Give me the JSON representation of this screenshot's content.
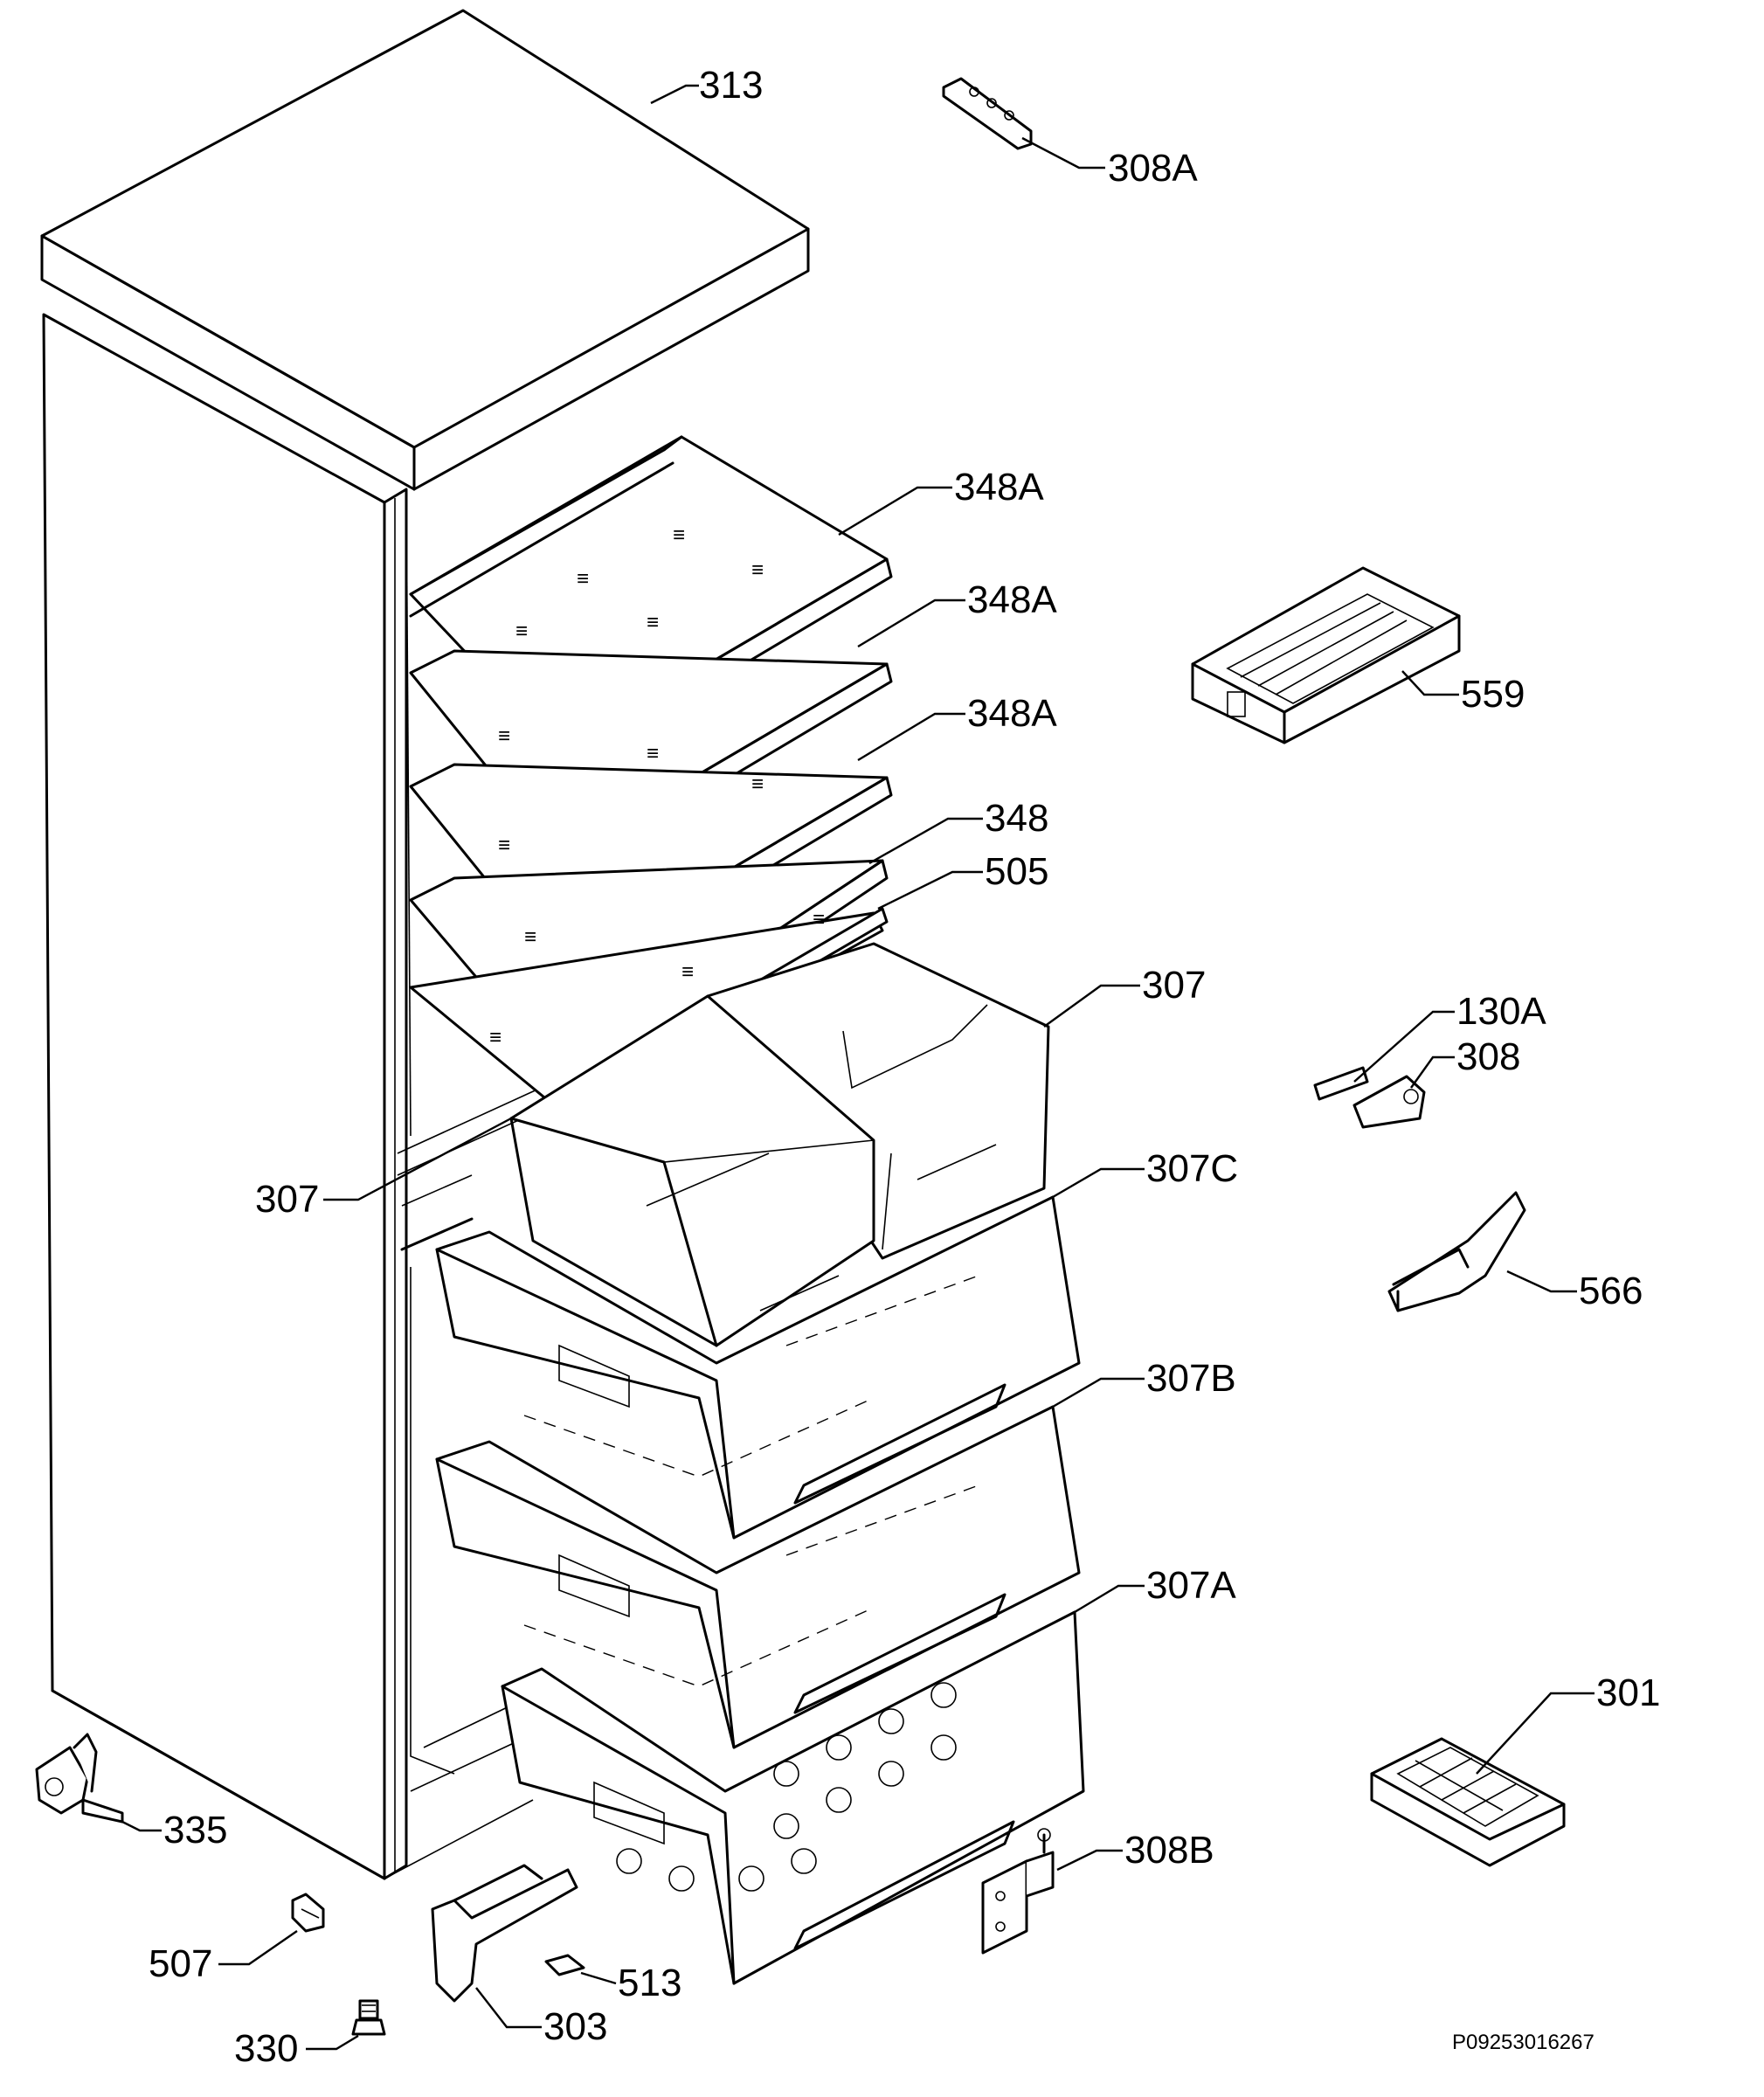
{
  "callouts": [
    {
      "num": "313",
      "sub": ""
    },
    {
      "num": "308",
      "sub": "A"
    },
    {
      "num": "348",
      "sub": "A"
    },
    {
      "num": "348",
      "sub": "A"
    },
    {
      "num": "348",
      "sub": "A"
    },
    {
      "num": "348",
      "sub": ""
    },
    {
      "num": "505",
      "sub": ""
    },
    {
      "num": "559",
      "sub": ""
    },
    {
      "num": "307",
      "sub": ""
    },
    {
      "num": "307",
      "sub": ""
    },
    {
      "num": "130",
      "sub": "A"
    },
    {
      "num": "308",
      "sub": ""
    },
    {
      "num": "307",
      "sub": "C"
    },
    {
      "num": "566",
      "sub": ""
    },
    {
      "num": "307",
      "sub": "B"
    },
    {
      "num": "307",
      "sub": "A"
    },
    {
      "num": "301",
      "sub": ""
    },
    {
      "num": "335",
      "sub": ""
    },
    {
      "num": "308",
      "sub": "B"
    },
    {
      "num": "507",
      "sub": ""
    },
    {
      "num": "513",
      "sub": ""
    },
    {
      "num": "303",
      "sub": ""
    },
    {
      "num": "330",
      "sub": ""
    }
  ],
  "drawing_code": "P09253016267"
}
